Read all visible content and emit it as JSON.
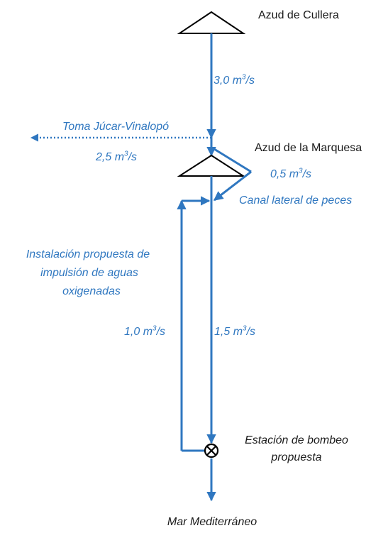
{
  "colors": {
    "flow": "#2f77c0",
    "structure": "#000000"
  },
  "labels": {
    "azud_cullera": "Azud de Cullera",
    "azud_marquesa": "Azud de la Marquesa",
    "toma": "Toma Júcar-Vinalopó",
    "canal_lateral": "Canal lateral de peces",
    "instalacion_line1": "Instalación propuesta de",
    "instalacion_line2": "impulsión de aguas",
    "instalacion_line3": "oxigenadas",
    "estacion_line1": "Estación de bombeo",
    "estacion_line2": "propuesta",
    "mar": "Mar Mediterráneo"
  },
  "flows": {
    "main_upstream": {
      "value": "3,0",
      "unit_base": "m",
      "unit_exp": "3",
      "unit_tail": "/s"
    },
    "toma": {
      "value": "2,5",
      "unit_base": "m",
      "unit_exp": "3",
      "unit_tail": "/s"
    },
    "fish_channel": {
      "value": "0,5",
      "unit_base": "m",
      "unit_exp": "3",
      "unit_tail": "/s"
    },
    "impulsion": {
      "value": "1,0",
      "unit_base": "m",
      "unit_exp": "3",
      "unit_tail": "/s"
    },
    "main_downstream": {
      "value": "1,5",
      "unit_base": "m",
      "unit_exp": "3",
      "unit_tail": "/s"
    }
  },
  "icons": {
    "pump": "pump-station-icon",
    "weir": "weir-triangle-icon"
  }
}
